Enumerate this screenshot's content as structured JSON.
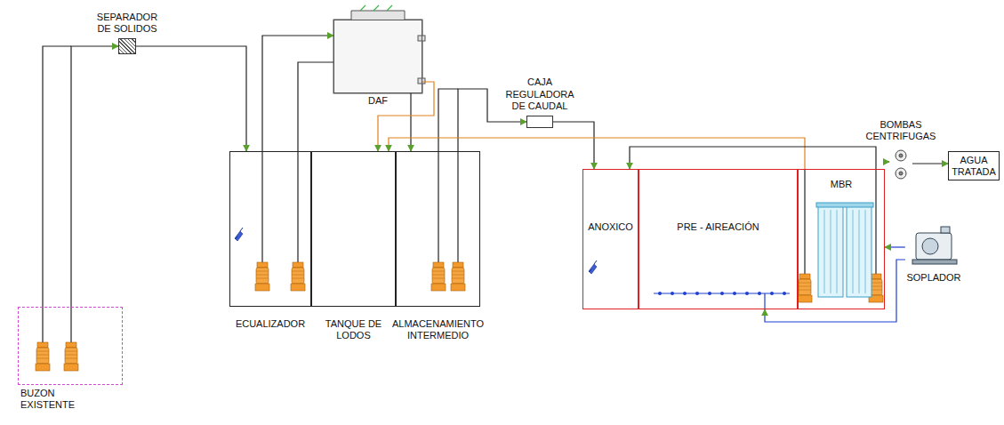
{
  "diagram": {
    "nodes": [
      {
        "text": [
          "BUZON EXISTENTE"
        ]
      },
      {
        "text": [
          "SEPARADOR DE SOLIDOS"
        ]
      },
      {
        "text": [
          "ECUALIZADOR"
        ]
      },
      {
        "text": [
          "DAF"
        ]
      },
      {
        "text": [
          "TANQUE DE LODOS"
        ]
      },
      {
        "text": [
          "ALMACENAMIENTO INTERMEDIO"
        ]
      },
      {
        "text": [
          "CAJA REGULADORA DE CAUDAL"
        ]
      },
      {
        "text": [
          "ANOXICO"
        ]
      },
      {
        "text": [
          "PRE - AIREACIÓN"
        ]
      },
      {
        "text": [
          "MBR"
        ]
      },
      {
        "text": [
          "BOMBAS CENTRIFUGAS"
        ]
      },
      {
        "text": [
          "AGUA TRATADA"
        ]
      },
      {
        "text": [
          "SOPLADOR"
        ]
      }
    ],
    "edges": [
      {
        "from": 0,
        "to": 1,
        "arrow": "to"
      },
      {
        "from": 1,
        "to": 2,
        "arrow": "to"
      },
      {
        "from": 2,
        "to": 3,
        "arrow": "to"
      },
      {
        "from": 3,
        "to": 5,
        "arrow": "to"
      },
      {
        "from": 3,
        "to": 4,
        "arrow": "to"
      },
      {
        "from": 5,
        "to": 6,
        "arrow": "to"
      },
      {
        "from": 6,
        "to": 7,
        "arrow": "to"
      },
      {
        "from": 9,
        "to": 4,
        "arrow": "to"
      },
      {
        "from": 9,
        "to": 7,
        "arrow": "to"
      },
      {
        "from": 9,
        "to": 10,
        "arrow": "to"
      },
      {
        "from": 10,
        "to": 11,
        "arrow": "to"
      },
      {
        "from": 12,
        "to": 9,
        "arrow": "to"
      },
      {
        "from": 12,
        "to": 8,
        "arrow": "to"
      }
    ]
  }
}
